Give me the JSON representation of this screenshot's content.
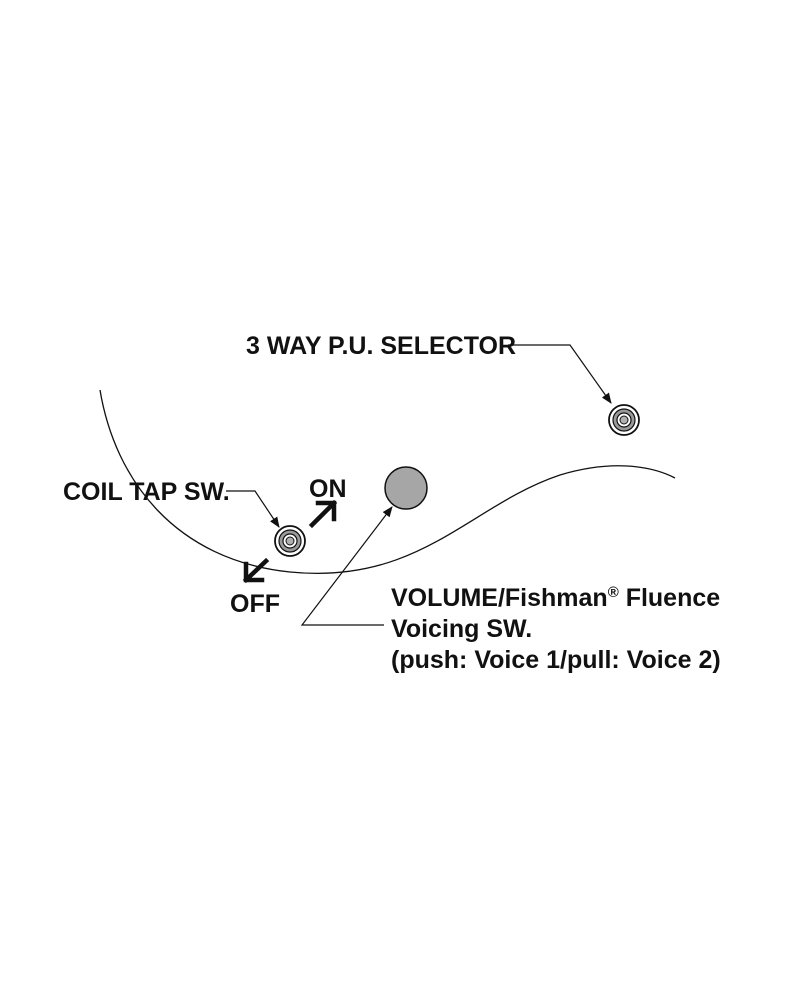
{
  "labels": {
    "selector": "3 WAY P.U. SELECTOR",
    "coil_tap": "COIL TAP SW.",
    "on": "ON",
    "off": "OFF",
    "volume_line1_a": "VOLUME/Fishman",
    "volume_line1_reg": "®",
    "volume_line1_b": " Fluence",
    "volume_line2": "Voicing SW.",
    "volume_line3": "(push: Voice 1/pull: Voice 2)"
  },
  "colors": {
    "ink": "#111111",
    "knob_fill": "#a6a6a6",
    "switch_fill": "#9a9a9a",
    "background": "#ffffff"
  },
  "icons": {
    "selector_switch": "toggle-switch-icon",
    "coil_tap_switch": "mini-switch-icon",
    "volume_knob": "knob-icon"
  }
}
